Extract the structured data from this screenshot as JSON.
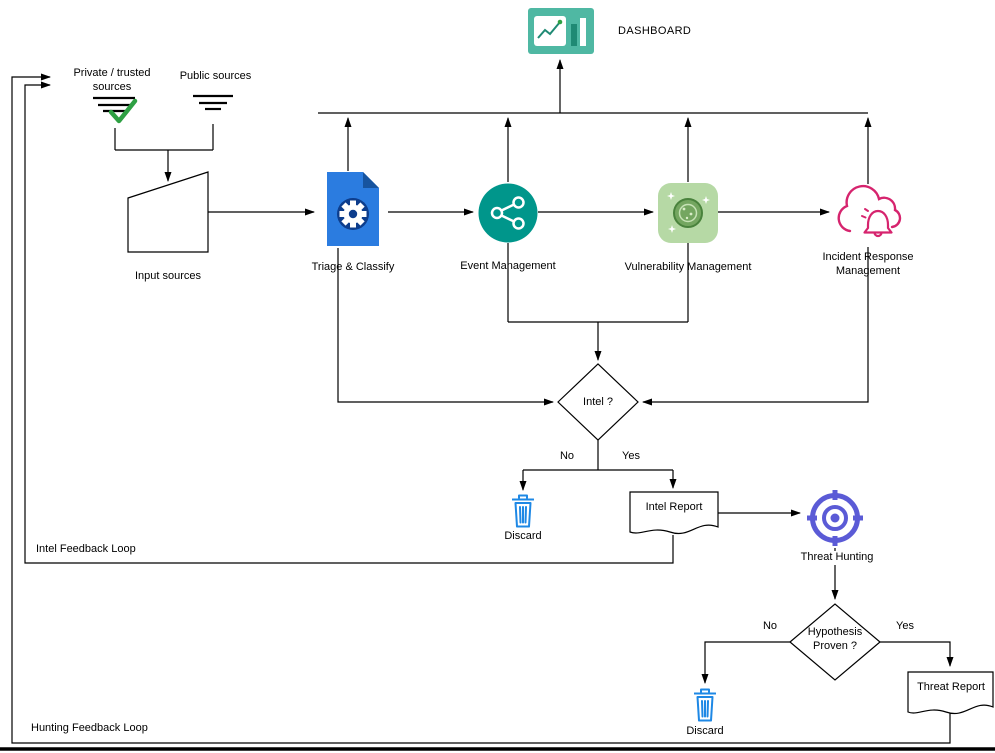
{
  "diagram_type": "flowchart",
  "nodes": {
    "dashboard": {
      "label": "DASHBOARD"
    },
    "private_sources": {
      "label": "Private / trusted sources"
    },
    "public_sources": {
      "label": "Public sources"
    },
    "input_sources": {
      "label": "Input sources"
    },
    "triage": {
      "label": "Triage & Classify"
    },
    "event_management": {
      "label": "Event Management"
    },
    "vulnerability_management": {
      "label": "Vulnerability Management"
    },
    "incident_response": {
      "label": "Incident Response Management"
    },
    "intel_decision": {
      "label": "Intel ?"
    },
    "discard_intel": {
      "label": "Discard"
    },
    "intel_report": {
      "label": "Intel Report"
    },
    "threat_hunting": {
      "label": "Threat Hunting"
    },
    "hypothesis_decision": {
      "label": "Hypothesis Proven ?"
    },
    "discard_hunting": {
      "label": "Discard"
    },
    "threat_report": {
      "label": "Threat Report"
    }
  },
  "edges": {
    "intel_no": "No",
    "intel_yes": "Yes",
    "hypothesis_no": "No",
    "hypothesis_yes": "Yes"
  },
  "loops": {
    "intel_feedback": "Intel Feedback Loop",
    "hunting_feedback": "Hunting Feedback Loop"
  },
  "icons": {
    "dashboard": "bar-chart-icon",
    "private_sources": "feed-check-icon",
    "public_sources": "feed-icon",
    "triage": "file-gear-icon",
    "event_management": "share-network-icon",
    "vulnerability_management": "scan-globe-icon",
    "incident_response": "cloud-bell-icon",
    "discard": "trash-icon",
    "threat_hunting": "target-icon",
    "report": "document-shape"
  },
  "colors": {
    "line": "#000000",
    "dashboard_teal": "#4FB8A3",
    "triage_blue": "#2B7CE0",
    "triage_fold": "#17549F",
    "triage_core": "#0D3D8C",
    "event_teal": "#00968B",
    "vuln_bg_green": "#B6D9A5",
    "vuln_green": "#49823C",
    "incident_pink": "#D6246E",
    "hunting_purple": "#5B5BD6",
    "trash_blue": "#1E88E5",
    "check_green": "#2EA043"
  }
}
